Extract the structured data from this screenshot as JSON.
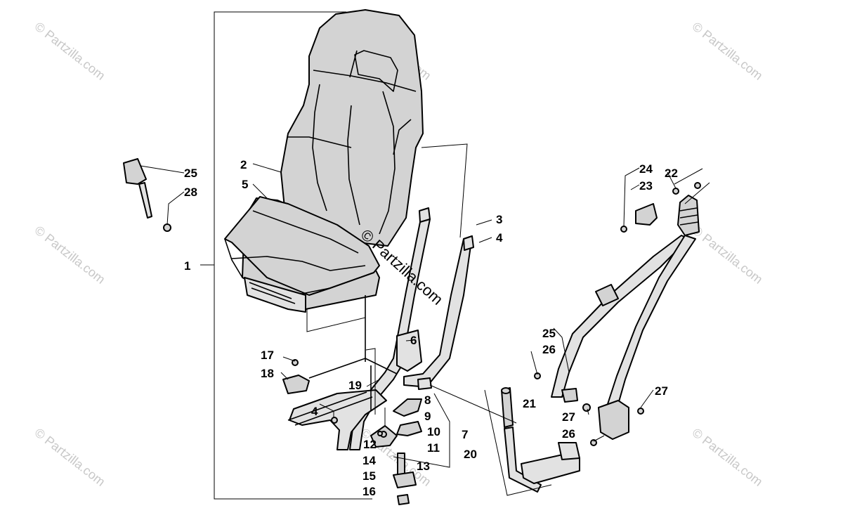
{
  "watermark": {
    "text": "© Partzilla.com",
    "center_text": "© Partzilla.com"
  },
  "callouts": {
    "c1": "1",
    "c2": "2",
    "c3": "3",
    "c4a": "4",
    "c4b": "4",
    "c5": "5",
    "c6": "6",
    "c7": "7",
    "c8": "8",
    "c9": "9",
    "c10": "10",
    "c11": "11",
    "c12": "12",
    "c13": "13",
    "c14": "14",
    "c15": "15",
    "c16": "16",
    "c17": "17",
    "c18": "18",
    "c19": "19",
    "c20": "20",
    "c21": "21",
    "c22": "22",
    "c23": "23",
    "c24": "24",
    "c25a": "25",
    "c25b": "25",
    "c26a": "26",
    "c26b": "26",
    "c27a": "27",
    "c27b": "27",
    "c28": "28"
  }
}
